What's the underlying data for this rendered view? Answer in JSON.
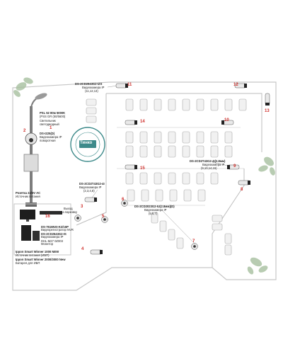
{
  "diagram": {
    "lamp": {
      "line1": "PSL 52 80м 5000К",
      "line2": "(PSS GR (50/5600)",
      "line3": "Светильник",
      "line4": "светодиодный",
      "number": "1"
    },
    "ptz": {
      "model": "DS-I225(D)",
      "line2": "Видеокамера IP",
      "line3": "поворотная",
      "number": "2"
    },
    "power": {
      "model": "Розетка 24/5V AC",
      "line2": "Источник питания"
    },
    "exit": {
      "line1": "Выход",
      "line2": "на парковку"
    },
    "cam_2dh": {
      "model": "DS-2CD2T43G2-4I",
      "line2": "Видеокамера IP",
      "line3": "(2,3,4,8)"
    },
    "cam_top": {
      "model": "DS-2CD2043G2-IZS",
      "line2": "Видеокамера IP",
      "line3": "(11,12,13)"
    },
    "cam_mid": {
      "model": "DS-2CD2T43G2-4I(2.8мм)",
      "line2": "Видеокамера IP",
      "line3": "(9,10,14,15)"
    },
    "cam_dome": {
      "model": "DS-2CD2023G2-IU(2.8мм)(D)",
      "line2": "Видеокамера IP",
      "line3": "(5,6,7)"
    },
    "equipment": {
      "nvr_model": "DS-7616NXI-K2/16P",
      "nvr_label": "Видеорегистратор NVR",
      "ws_model": "DS-2CD2543G2-IS",
      "ws_label": "Видеокамера IP",
      "monitor_model": "DHL-M27 0Z003",
      "monitor_label": "Монитор",
      "number": "16"
    },
    "ups": {
      "line1": "Ippon Smart Winner 1000 NEW",
      "line1b": "Источник питания (ИБП)",
      "line2": "Ippon Smart Winner 2000/3000 New",
      "line2b": "Батарея для ИБП"
    },
    "seal": {
      "brand": "Тинко"
    },
    "numbers": [
      "1",
      "2",
      "3",
      "4",
      "5",
      "6",
      "7",
      "8",
      "9",
      "10",
      "11",
      "12",
      "13",
      "14",
      "15",
      "16"
    ],
    "colors": {
      "accent_red": "#d0312d",
      "leaf_green": "#8fae8a",
      "road_gray": "#b8b8b8",
      "seal_teal": "#3d8a8a"
    }
  }
}
